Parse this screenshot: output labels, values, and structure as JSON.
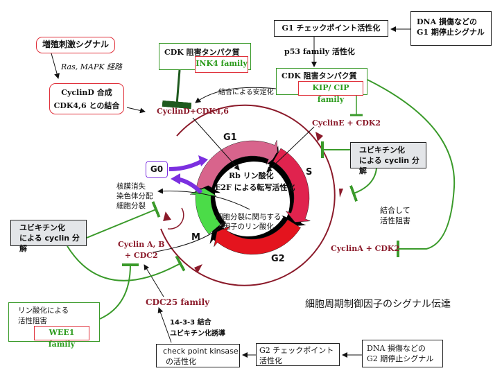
{
  "title": "細胞周期制御因子のシグナル伝達",
  "boxes": {
    "growth_signal": "増殖刺激シグナル",
    "ras_mapk": "Ras, MAPK 経路",
    "cyclind_line1": "CyclinD 合成",
    "cyclind_line2": "CDK4,6 との結合",
    "ink4_title": "CDK 阻害タンパク質",
    "ink4_family": "INK4 family",
    "g1_checkpoint": "G1 チェックポイント活性化",
    "dna_g1_line1": "DNA 損傷などの",
    "dna_g1_line2": "G1 期停止シグナル",
    "p53": "p53 family 活性化",
    "kip_title": "CDK 阻害タンパク質",
    "kip_family": "KIP/ CIP family",
    "stabilize": "結合による安定化",
    "ubiq_right_line1": "ユビキチン化",
    "ubiq_right_line2": "による cyclin 分解",
    "bind_inhibit_line1": "結合して",
    "bind_inhibit_line2": "活性阻害",
    "ubiq_left_line1": "ユビキチン化",
    "ubiq_left_line2": "による cyclin 分解",
    "mitosis_line1": "核膜消失",
    "mitosis_line2": "染色体分配",
    "mitosis_line3": "細胞分裂",
    "wee1_line1": "リン酸化による",
    "wee1_line2": "活性阻害",
    "wee1_family": "WEE1 family",
    "cdc25": "CDC25 family",
    "ubiq_induce_line1": "14-3-3 結合",
    "ubiq_induce_line2": "ユビキチン化誘導",
    "checkpoint_kinase_line1": "check point kinsase",
    "checkpoint_kinase_line2": "の活性化",
    "g2_checkpoint_line1": "G2 チェックポイント",
    "g2_checkpoint_line2": "活性化",
    "dna_g2_line1": "DNA 損傷などの",
    "dna_g2_line2": "G2 期停止シグナル"
  },
  "complexes": {
    "cyclind_cdk46": "CyclinD+CDK4,6",
    "cycline_cdk2": "CyclinE + CDK2",
    "cyclina_cdk2": "CyclinA + CDK2",
    "cyclinab_line1": "Cyclin A, B",
    "cyclinab_line2": "+ CDC2"
  },
  "cycle": {
    "phases": [
      "G1",
      "S",
      "G2",
      "M"
    ],
    "g0": "G0",
    "rb_line1": "Rb リン酸化",
    "rb_line2": "E2F による転写活性化",
    "div_line1": "細胞分裂に関与する",
    "div_line2": "因子のリン酸化"
  },
  "colors": {
    "g1": "#d8648c",
    "s": "#e0234e",
    "g2": "#e4141e",
    "m": "#4bdc48",
    "darkred": "#8b1a2a",
    "green": "#3a9a2a",
    "purple": "#7b2fe0"
  }
}
